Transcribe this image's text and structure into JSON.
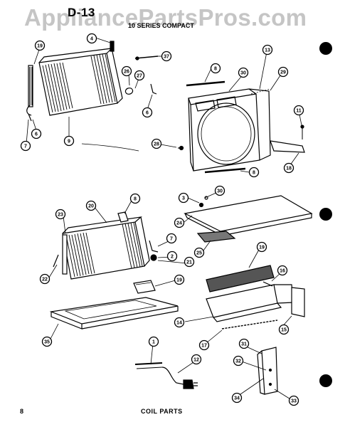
{
  "page_code": "D-13",
  "section_title": "10 SERIES COMPACT",
  "watermark": "AppliancePartsPros.com",
  "page_number": "8",
  "footer_title": "COIL PARTS",
  "callouts": [
    "19",
    "4",
    "37",
    "26",
    "27",
    "6",
    "7",
    "6",
    "9",
    "8",
    "30",
    "13",
    "29",
    "11",
    "28",
    "18",
    "8",
    "3",
    "30",
    "24",
    "25",
    "19",
    "16",
    "23",
    "20",
    "8",
    "7",
    "2",
    "21",
    "22",
    "19",
    "35",
    "14",
    "17",
    "15",
    "1",
    "12",
    "31",
    "32",
    "34",
    "33"
  ]
}
